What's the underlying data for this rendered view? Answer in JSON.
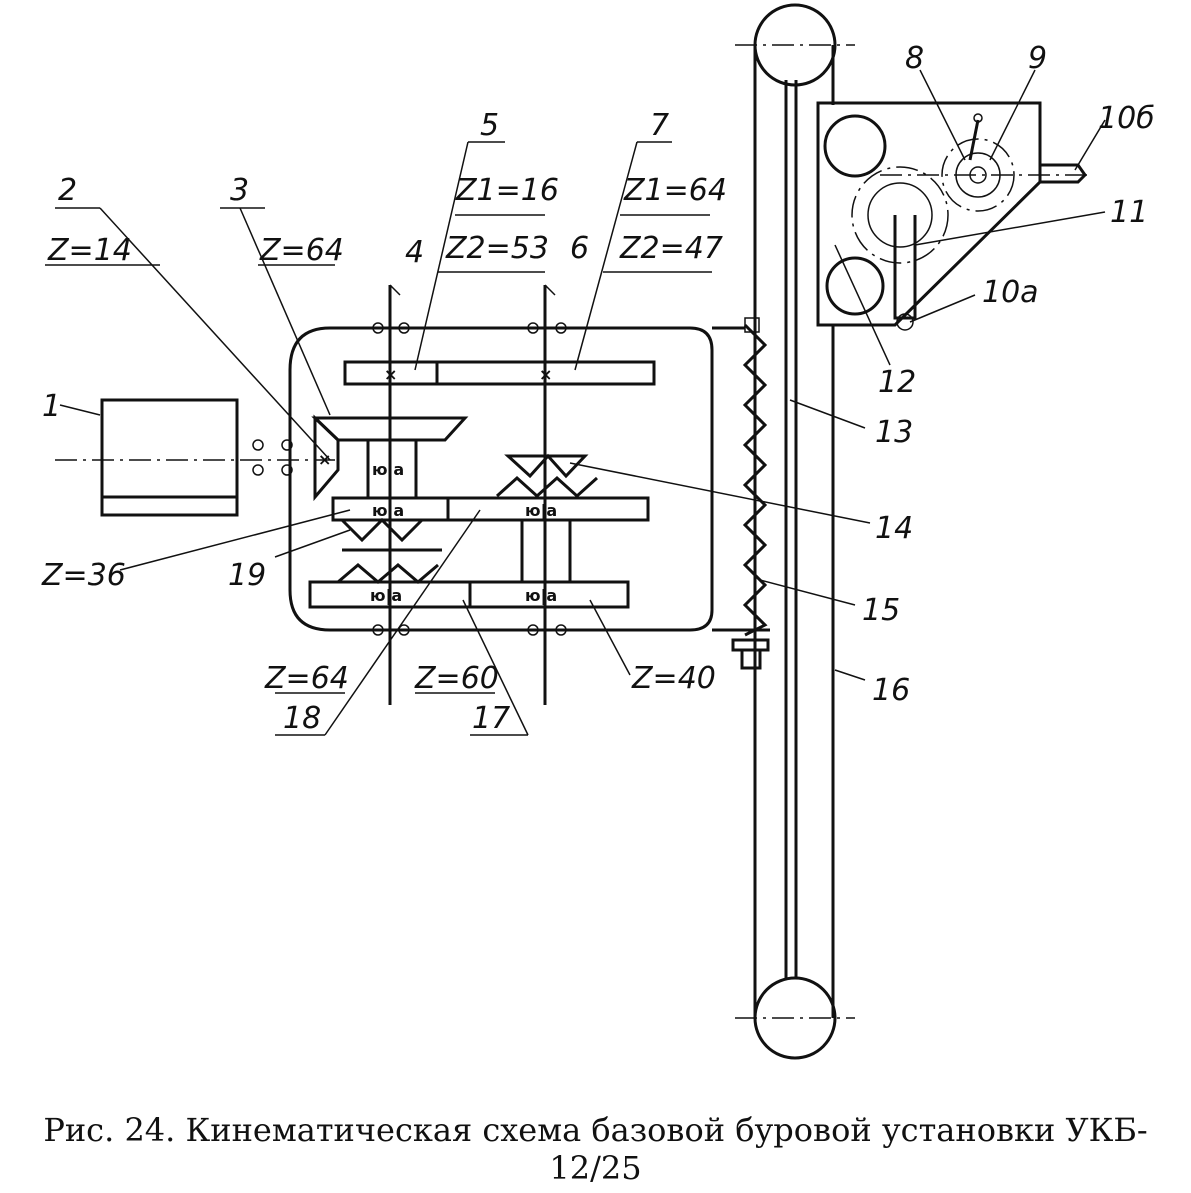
{
  "caption": {
    "line1": "Рис. 24. Кинематическая схема базовой буровой установки УКБ-",
    "line2": "12/25"
  },
  "callouts": {
    "c1": "1",
    "c2": "2",
    "c3": "3",
    "c4": "4",
    "c5": "5",
    "c6": "6",
    "c7": "7",
    "c8": "8",
    "c9": "9",
    "c10a": "10а",
    "c10b": "10б",
    "c11": "11",
    "c12": "12",
    "c13": "13",
    "c14": "14",
    "c15": "15",
    "c16": "16",
    "c17": "17",
    "c18": "18",
    "c19": "19"
  },
  "teeth": {
    "z14": "Z=14",
    "z64a": "Z=64",
    "g5_z1": "Z1=16",
    "g5_z2": "Z2=53",
    "g7_z1": "Z1=64",
    "g7_z2": "Z2=47",
    "z36": "Z=36",
    "z64b": "Z=64",
    "z60": "Z=60",
    "z40": "Z=40"
  },
  "symbols": {
    "fixed": "×",
    "splined": "ю|а"
  }
}
